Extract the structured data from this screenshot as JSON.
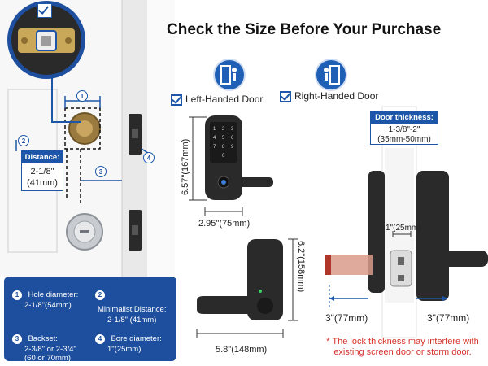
{
  "header": {
    "title": "Check the Size Before Your Purchase"
  },
  "handedness": {
    "left": {
      "label": "Left-Handed Door",
      "icon": "door-person-left-icon"
    },
    "right": {
      "label": "Right-Handed Door",
      "icon": "door-person-right-icon"
    }
  },
  "door_callouts": {
    "marker_1": "1",
    "marker_2": "2",
    "marker_3": "3",
    "marker_4": "4",
    "distance_head": "Distance:",
    "distance_value_1": "2-1/8\"",
    "distance_value_2": "(41mm)"
  },
  "front_view": {
    "height": "6.57\"(167mm)",
    "width": "2.95\"(75mm)"
  },
  "side_view": {
    "height": "6.2\"(158mm)",
    "width": "5.8\"(148mm)"
  },
  "cross_section": {
    "door_thickness_head": "Door thickness:",
    "door_thickness_1": "1-3/8\"-2\"",
    "door_thickness_2": "(35mm-50mm)",
    "bore": "1\"(25mm)",
    "left_depth": "3\"(77mm)",
    "right_depth": "3\"(77mm)"
  },
  "specs": [
    {
      "num": "1",
      "label": "Hole diameter:",
      "value": "2-1/8\"(54mm)"
    },
    {
      "num": "2",
      "label": "Minimalist Distance:",
      "value": "2-1/8\" (41mm)"
    },
    {
      "num": "3",
      "label": "Backset:",
      "value": "2-3/8\" or 2-3/4\"",
      "value2": "(60 or 70mm)"
    },
    {
      "num": "4",
      "label": "Bore diameter:",
      "value": "1\"(25mm)"
    }
  ],
  "warning": "* The lock thickness may interfere with existing screen door or storm door.",
  "colors": {
    "accent": "#1d56a8",
    "warning": "#d6322c",
    "lock_body": "#2a2a2a"
  }
}
